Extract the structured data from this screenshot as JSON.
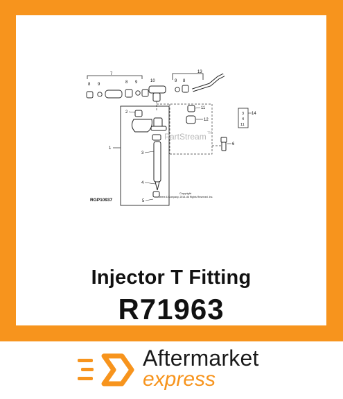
{
  "product": {
    "name": "Injector T Fitting",
    "part_number": "R71963"
  },
  "diagram": {
    "ref_code": "RGP10937",
    "watermark": "PartStream",
    "watermark_tm": "TM",
    "copyright_line1": "Copyright",
    "copyright_line2": "Deere & Company, 2014. All Rights Reserved. Inc.",
    "callouts": {
      "c1": "1",
      "c2": "2",
      "c3": "3",
      "c4": "4",
      "c5": "5",
      "c6": "6",
      "c7": "7",
      "c8a": "8",
      "c9a": "9",
      "c8b": "8",
      "c9b": "9",
      "c10": "10",
      "c9c": "9",
      "c8c": "8",
      "c13": "13",
      "c11": "11",
      "c12": "12",
      "c14": "14"
    },
    "legend_box": [
      "3",
      "4",
      "11"
    ]
  },
  "brand": {
    "line1": "Aftermarket",
    "line2": "express",
    "accent_color": "#f7941d"
  }
}
